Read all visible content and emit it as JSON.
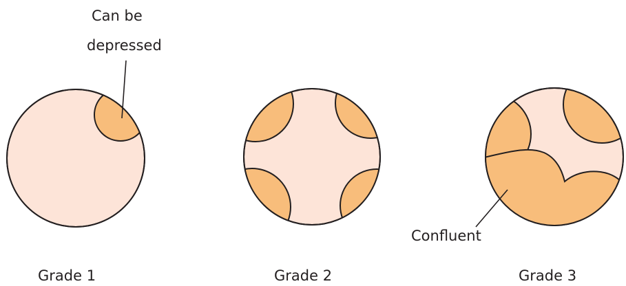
{
  "annotations": {
    "depressed_line1": "Can be",
    "depressed_line2": "depressed",
    "confluent": "Confluent"
  },
  "grades": [
    {
      "label": "Grade 1"
    },
    {
      "label": "Grade 2"
    },
    {
      "label": "Grade 3"
    }
  ],
  "colors": {
    "background_fill": "#fde4d8",
    "spot_fill": "#f8bd7b",
    "outline": "#231f20"
  }
}
